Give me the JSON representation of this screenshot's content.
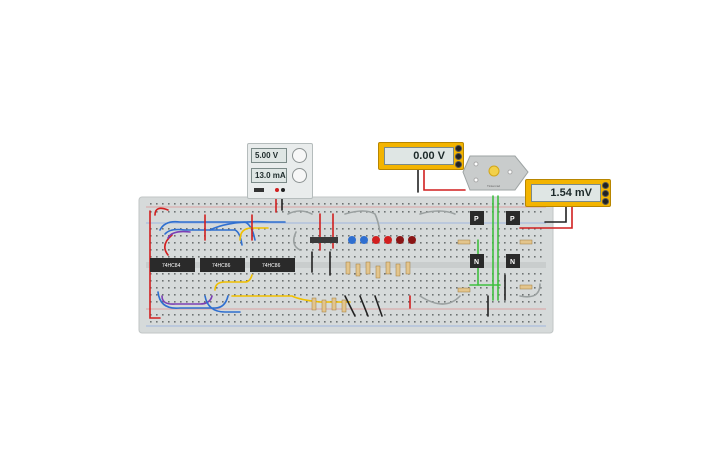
{
  "power_supply": {
    "voltage": "5.00 V",
    "current": "13.0 mA"
  },
  "multimeter_top": {
    "reading": "0.00 V"
  },
  "multimeter_right": {
    "reading": "1.54 mV"
  },
  "chips": [
    "74HC84",
    "74HC86",
    "74HC86"
  ],
  "transistors": [
    "P",
    "P",
    "N",
    "N"
  ],
  "motor": {
    "label": "Tinkercad"
  },
  "colors": {
    "breadboard": "#d6dada",
    "meter_body": "#f3b400",
    "wire_red": "#d11f1f",
    "wire_blue": "#2f6fd0",
    "wire_yellow": "#f0c000",
    "wire_purple": "#7b3fb5",
    "wire_green": "#3fbf3f"
  }
}
